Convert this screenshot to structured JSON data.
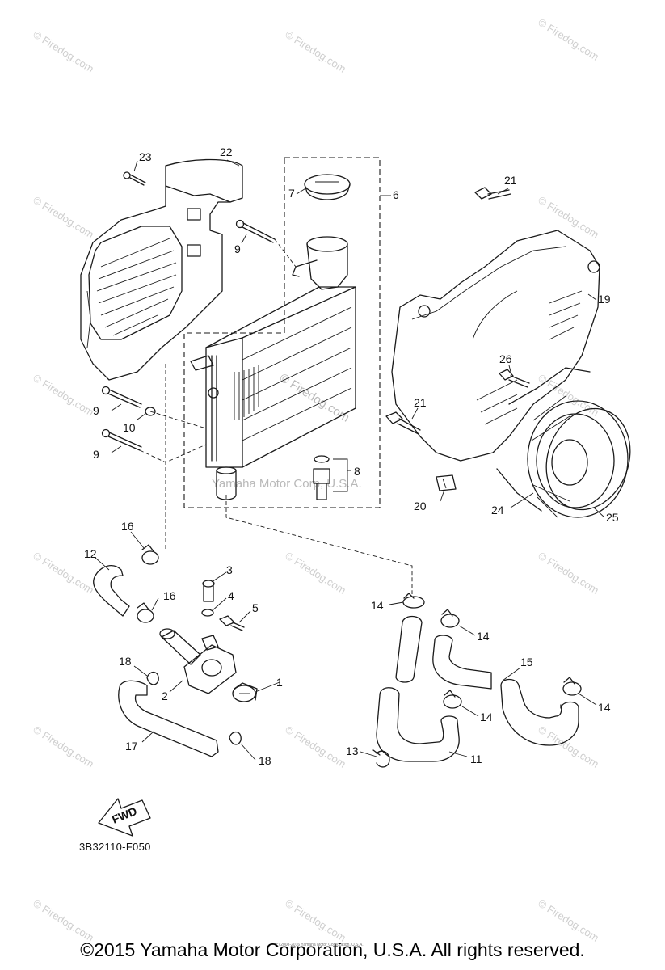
{
  "diagram": {
    "callouts": [
      "1",
      "2",
      "3",
      "4",
      "5",
      "6",
      "7",
      "8",
      "9",
      "9",
      "9",
      "10",
      "11",
      "12",
      "13",
      "14",
      "14",
      "14",
      "14",
      "15",
      "16",
      "16",
      "17",
      "18",
      "18",
      "19",
      "20",
      "21",
      "21",
      "22",
      "23",
      "24",
      "25",
      "26"
    ],
    "fwd_label": "FWD",
    "drawing_code": "3B32110-F050",
    "watermark": "© Firedog.com",
    "watermark_center": "© Firedog.com",
    "watermark_yamaha": "Yamaha Motor Corp, U.S.A.",
    "tiny_notice": "(c) 2008-2016 Yamaha Motor Corporation, U.S.A.",
    "copyright": "©2015 Yamaha Motor Corporation, U.S.A. All rights reserved."
  }
}
